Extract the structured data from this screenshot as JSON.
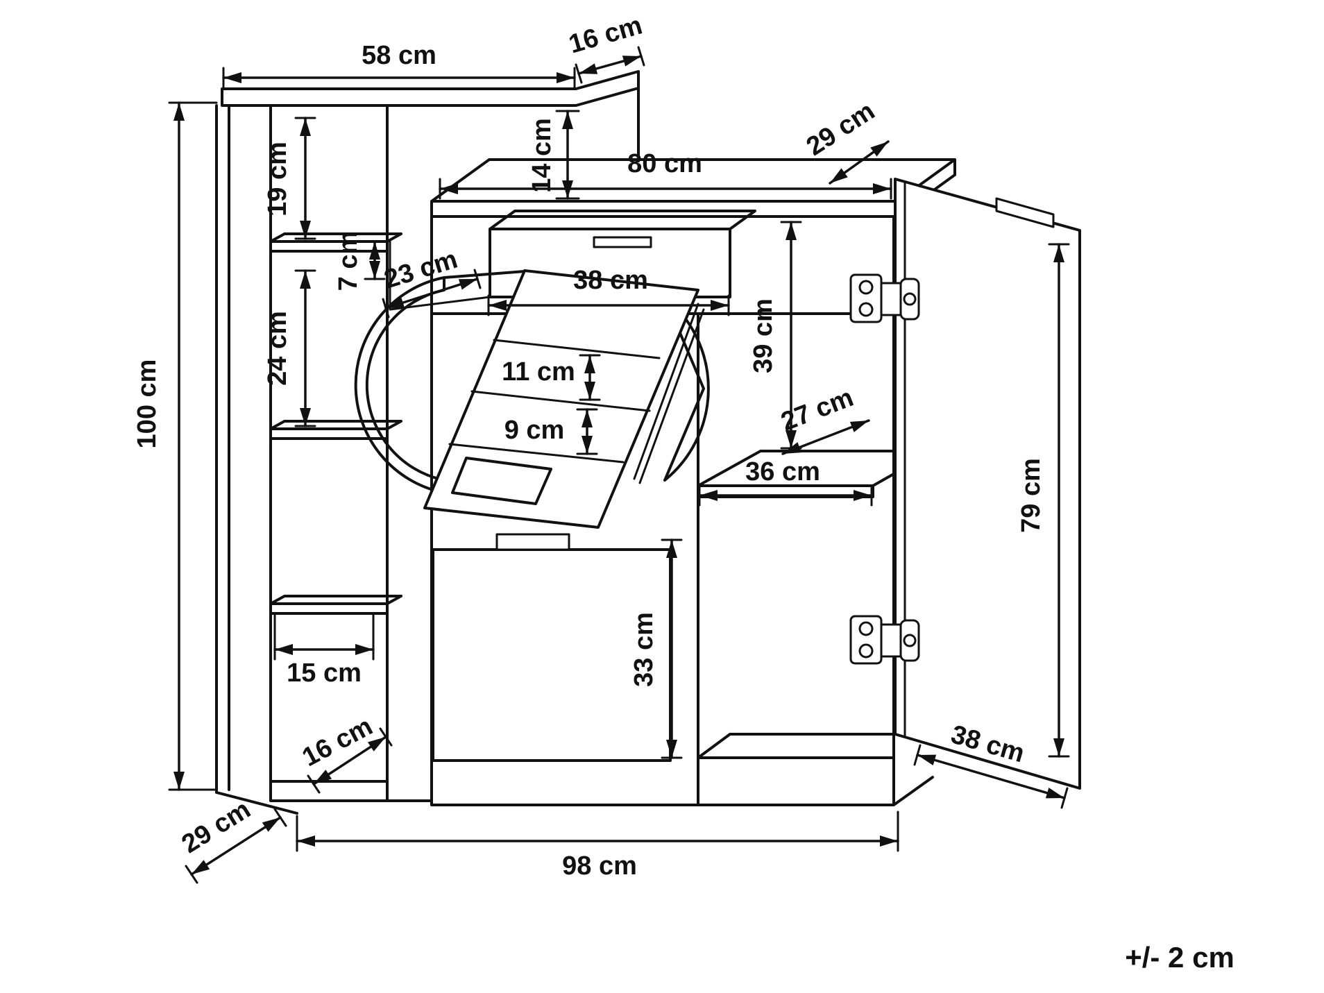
{
  "style": {
    "line_color": "#111111",
    "background": "#ffffff"
  },
  "tolerance_note": "+/- 2 cm",
  "dims": {
    "top_shelf_width": "58 cm",
    "top_step_depth": "16 cm",
    "top_riser_height": "14 cm",
    "top_depth": "29 cm",
    "top_width": "80 cm",
    "drawer_gap_height": "7 cm",
    "drawer_recess_depth": "23 cm",
    "drawer_front_width": "38 cm",
    "upper_compartment_height": "39 cm",
    "side_top_compartment_height": "19 cm",
    "side_middle_compartment_height": "24 cm",
    "rack_upper_gap": "11 cm",
    "rack_lower_gap": "9 cm",
    "inner_shelf_depth": "27 cm",
    "inner_shelf_width": "36 cm",
    "total_height": "100 cm",
    "door_height": "79 cm",
    "side_shelf_width": "15 cm",
    "bottom_door_height": "33 cm",
    "side_bottom_depth": "16 cm",
    "door_width": "38 cm",
    "side_unit_depth": "29 cm",
    "total_width": "98 cm"
  }
}
